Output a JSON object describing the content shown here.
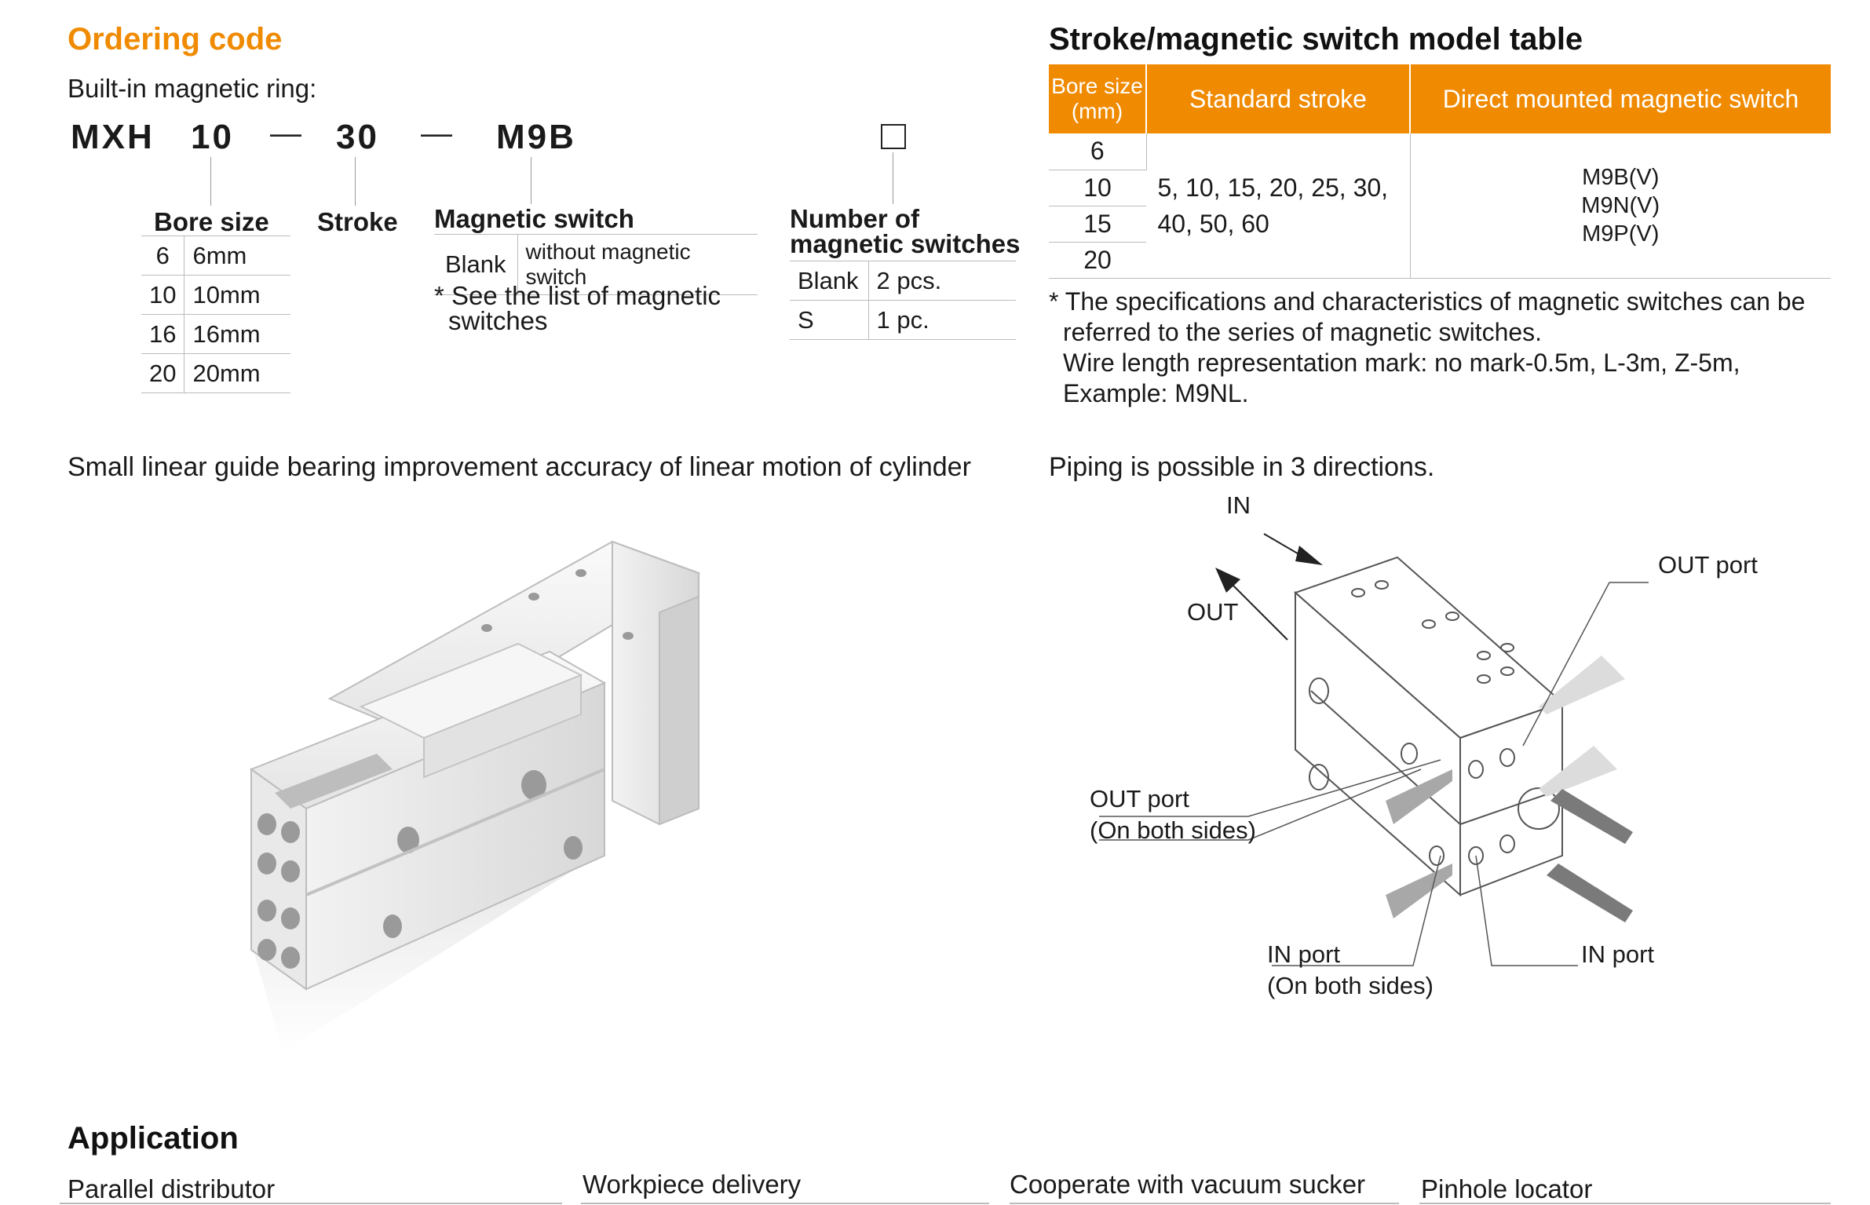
{
  "ordering": {
    "title": "Ordering code",
    "subtitle": "Built-in magnetic ring:",
    "code": {
      "model": "MXH",
      "bore": "10",
      "dash1": "—",
      "stroke": "30",
      "dash2": "—",
      "switch": "M9B"
    },
    "bore_size": {
      "heading": "Bore size",
      "rows": [
        {
          "code": "6",
          "value": "6mm"
        },
        {
          "code": "10",
          "value": "10mm"
        },
        {
          "code": "16",
          "value": "16mm"
        },
        {
          "code": "20",
          "value": "20mm"
        }
      ]
    },
    "stroke_heading": "Stroke",
    "magnetic_switch": {
      "heading": "Magnetic switch",
      "row_code": "Blank",
      "row_value": "without magnetic switch",
      "note_line1": "* See the list of magnetic",
      "note_line2": "switches"
    },
    "num_switches": {
      "heading_line1": "Number of",
      "heading_line2": "magnetic switches",
      "rows": [
        {
          "code": "Blank",
          "value": "2 pcs."
        },
        {
          "code": "S",
          "value": "1 pc."
        }
      ]
    }
  },
  "model_table": {
    "title": "Stroke/magnetic switch model table",
    "headers": {
      "bore_line1": "Bore size",
      "bore_line2": "(mm)",
      "stroke": "Standard stroke",
      "switch": "Direct mounted magnetic switch"
    },
    "bores": [
      "6",
      "10",
      "15",
      "20"
    ],
    "strokes_line1": "5, 10, 15, 20, 25, 30,",
    "strokes_line2": "40, 50, 60",
    "switches": [
      "M9B(V)",
      "M9N(V)",
      "M9P(V)"
    ],
    "notes": [
      "* The specifications and characteristics of magnetic switches can be",
      "referred to the series of magnetic switches.",
      "Wire length representation mark: no mark-0.5m, L-3m, Z-5m,",
      "Example: M9NL."
    ]
  },
  "guide_caption": "Small linear guide bearing improvement accuracy of linear motion of cylinder",
  "piping": {
    "caption": "Piping is possible in 3 directions.",
    "labels": {
      "in": "IN",
      "out": "OUT",
      "out_port_right": "OUT port",
      "out_port_left_1": "OUT port",
      "out_port_left_2": "(On both sides)",
      "in_port_left_1": "IN port",
      "in_port_left_2": "(On both sides)",
      "in_port_right": "IN port"
    }
  },
  "application": {
    "title": "Application",
    "items": [
      "Parallel distributor",
      "Workpiece delivery",
      "Cooperate with vacuum sucker",
      "Pinhole locator"
    ]
  },
  "colors": {
    "accent": "#f08a00",
    "text": "#1a1a1a",
    "rule": "#bbbbbb"
  }
}
